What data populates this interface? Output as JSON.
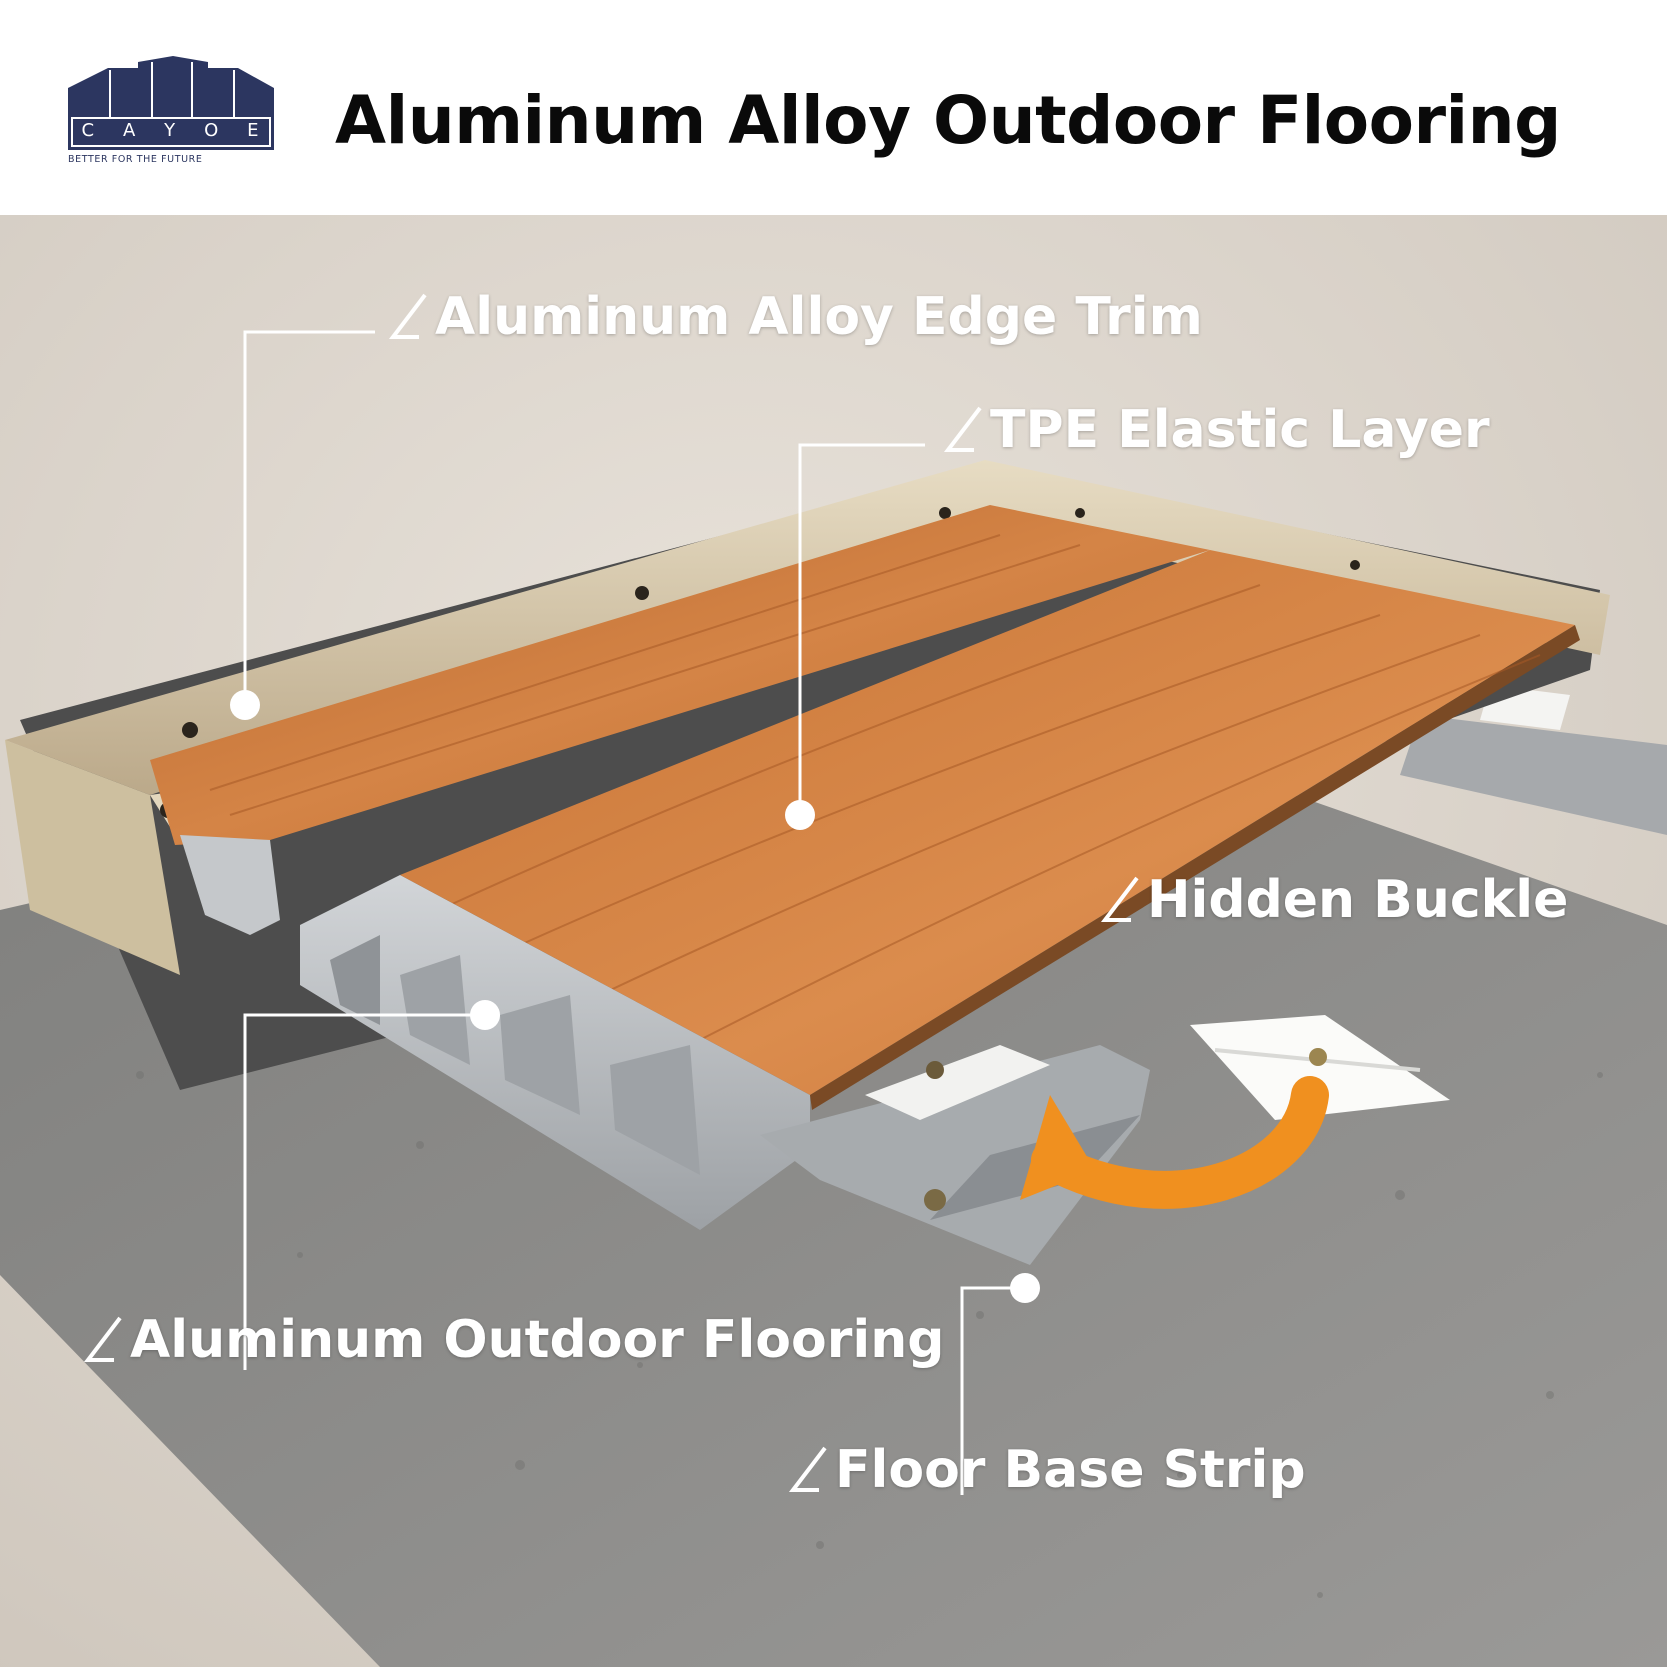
{
  "brand": {
    "letters": [
      "C",
      "A",
      "Y",
      "O",
      "E"
    ],
    "tagline": "BETTER FOR THE FUTURE",
    "color": "#2c3660"
  },
  "title": "Aluminum Alloy Outdoor Flooring",
  "callouts": {
    "edge_trim": "Aluminum Alloy Edge Trim",
    "tpe_layer": "TPE Elastic Layer",
    "hidden_buckle": "Hidden Buckle",
    "outdoor_flooring": "Aluminum Outdoor Flooring",
    "base_strip": "Floor Base Strip"
  },
  "colors": {
    "background": "#d9d2c9",
    "concrete": "#8b8b89",
    "wood": "#c8773c",
    "trim": "#d4c5a4",
    "aluminum": "#b9bcbf",
    "arrow": "#f0901f",
    "callout_text": "#ffffff"
  }
}
